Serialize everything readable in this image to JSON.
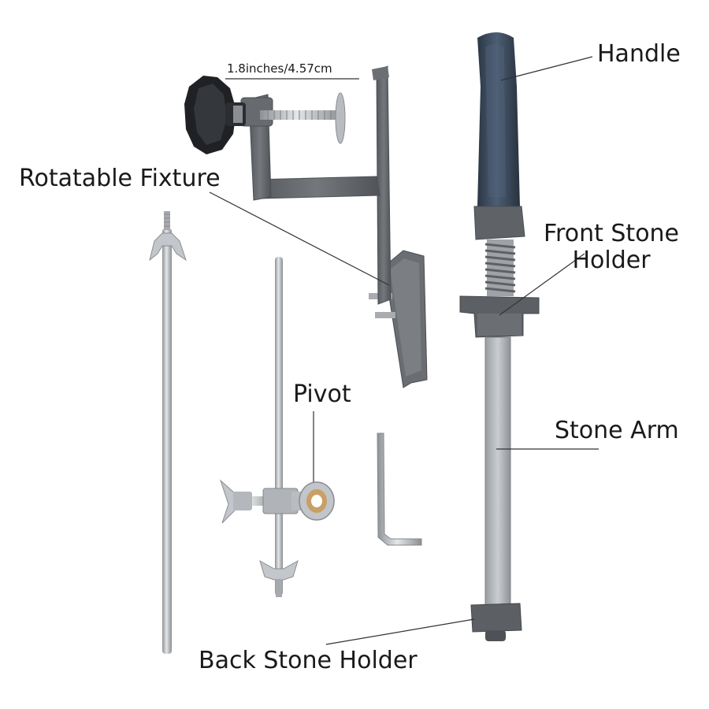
{
  "labels": {
    "dimension": "1.8inches/4.57cm",
    "handle": "Handle",
    "rotatable_fixture": "Rotatable Fixture",
    "front_stone_holder_line1": "Front Stone",
    "front_stone_holder_line2": "Holder",
    "pivot": "Pivot",
    "stone_arm": "Stone Arm",
    "back_stone_holder": "Back Stone Holder"
  },
  "colors": {
    "background": "#ffffff",
    "clamp_gray": "#5f6368",
    "handle_blue": "#3a4a5e",
    "steel": "#b9bcc0",
    "knob_black": "#222428",
    "bearing_gold": "#c8a066",
    "leader_line": "#333333"
  }
}
